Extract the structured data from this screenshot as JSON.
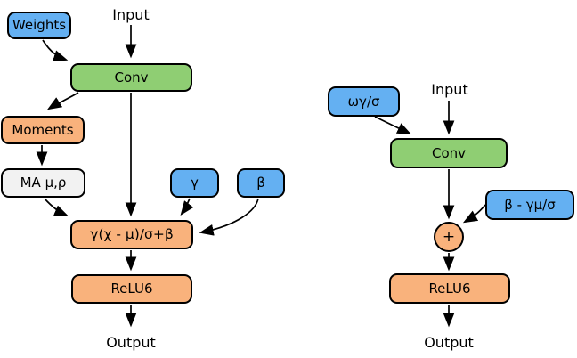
{
  "colors": {
    "blue": "#64b0f2",
    "green": "#8fce73",
    "orange": "#f9b27c",
    "gray": "#f2f2f2",
    "stroke": "#000000",
    "canvas_bg": "#ffffff"
  },
  "left": {
    "input": "Input",
    "weights": "Weights",
    "conv": "Conv",
    "moments": "Moments",
    "moving_average": "MA μ,ρ",
    "gamma": "γ",
    "beta": "β",
    "batchnorm_formula": "γ(χ - μ)/σ+β",
    "relu6": "ReLU6",
    "output": "Output"
  },
  "right": {
    "input": "Input",
    "folded_weights": "ωγ/σ",
    "conv": "Conv",
    "folded_bias": "β - γμ/σ",
    "add": "+",
    "relu6": "ReLU6",
    "output": "Output"
  }
}
